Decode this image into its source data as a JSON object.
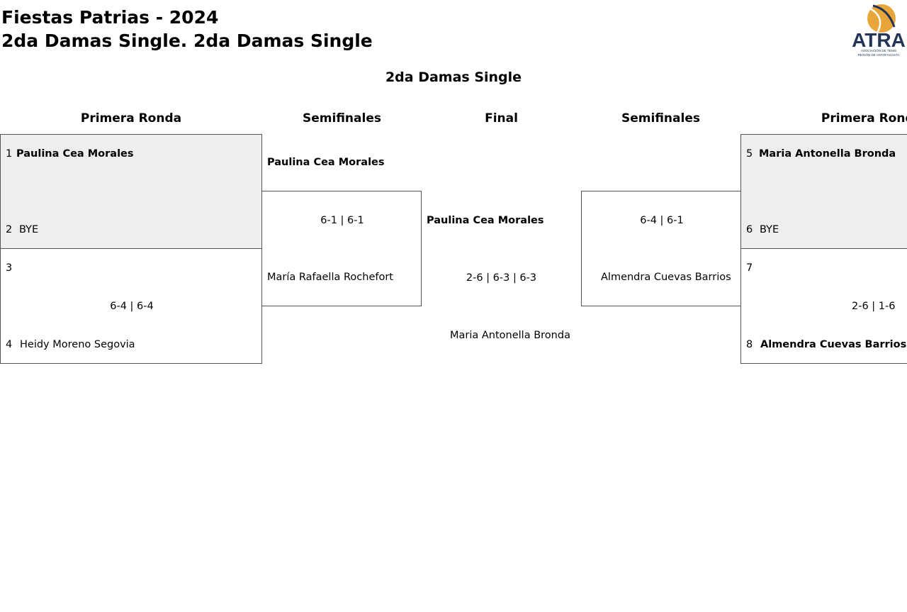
{
  "header": {
    "title": "Fiestas Patrias - 2024",
    "subtitle": "2da Damas Single. 2da Damas Single",
    "logo_text": "ATRA",
    "logo_subtext_1": "ASOCIACIÓN DE TENIS",
    "logo_subtext_2": "REGIÓN DE ANTOFAGASTA"
  },
  "bracket": {
    "title": "2da Damas Single",
    "rounds": {
      "left_first": "Primera Ronda",
      "left_semis": "Semifinales",
      "final": "Final",
      "right_semis": "Semifinales",
      "right_first": "Primera Ronda"
    },
    "left_first_round": {
      "match1": {
        "p1_seed": "1",
        "p1_name": "Paulina Cea Morales",
        "p2_seed": "2",
        "p2_name": "BYE"
      },
      "match2": {
        "p3_seed": "3",
        "p3_name": "",
        "score": "6-4 | 6-4",
        "p4_seed": "4",
        "p4_name": "Heidy Moreno Segovia"
      }
    },
    "left_semi": {
      "winner": "Paulina Cea Morales",
      "score": "6-1 | 6-1",
      "loser": "María Rafaella Rochefort"
    },
    "final": {
      "winner": "Paulina Cea Morales",
      "score": "2-6 | 6-3 | 6-3",
      "loser": "Maria Antonella Bronda"
    },
    "right_semi": {
      "score": "6-4 | 6-1",
      "player": "Almendra Cuevas Barrios"
    },
    "right_first_round": {
      "match1": {
        "p5_seed": "5",
        "p5_name": "Maria Antonella Bronda",
        "p6_seed": "6",
        "p6_name": "BYE"
      },
      "match2": {
        "p7_seed": "7",
        "p7_name": "",
        "score": "2-6 | 1-6",
        "p8_seed": "8",
        "p8_name": "Almendra Cuevas Barrios"
      }
    }
  },
  "colors": {
    "shaded_box": "#eeeeee",
    "logo_navy": "#233556",
    "logo_orange": "#e8a53a"
  }
}
